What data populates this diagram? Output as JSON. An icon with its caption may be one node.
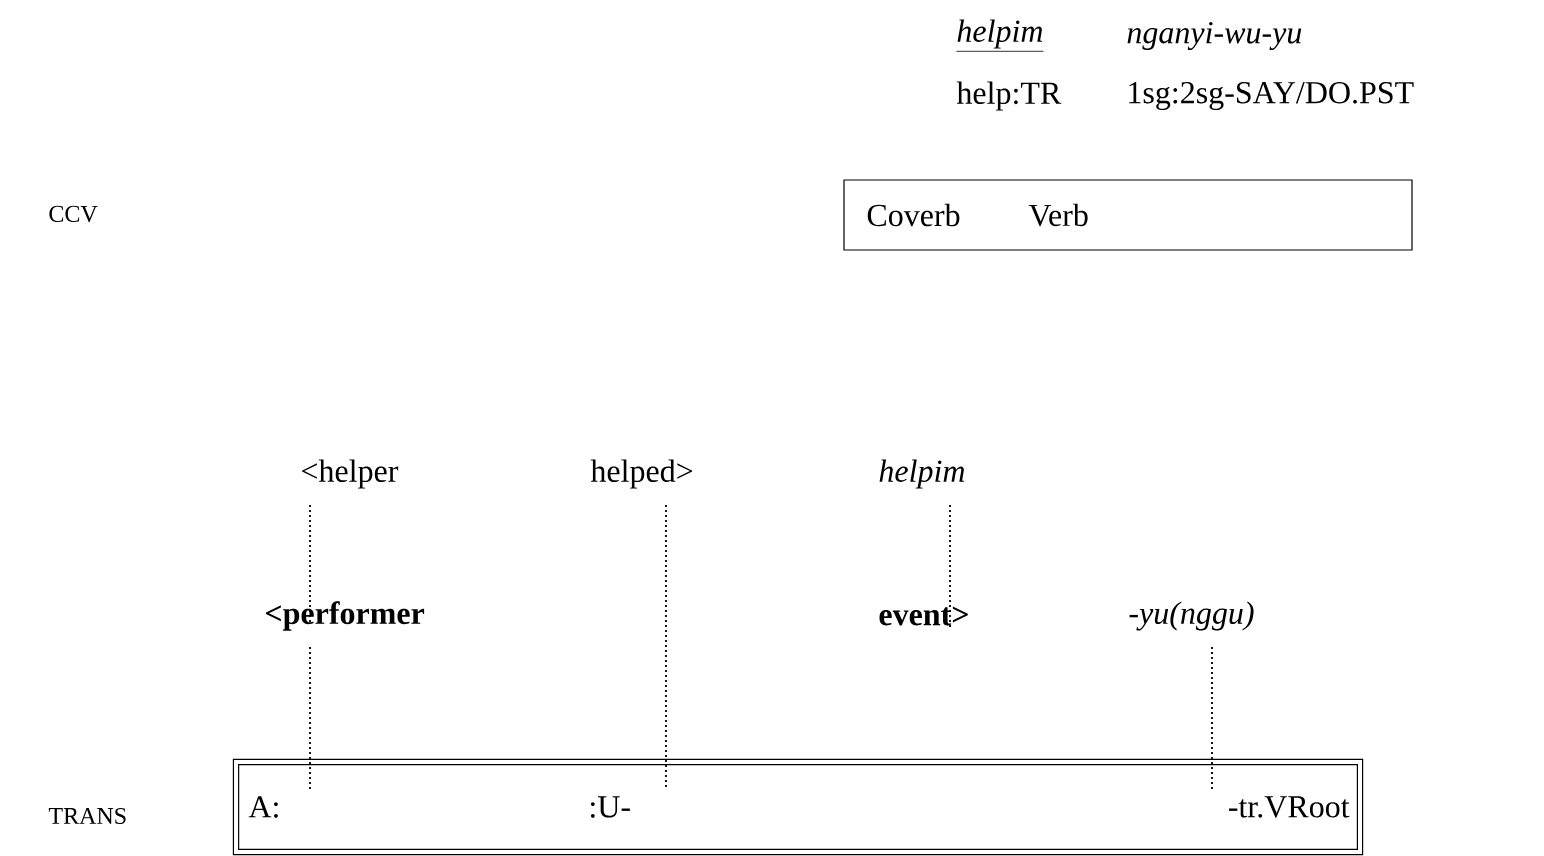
{
  "diagram": {
    "nodes": [
      {
        "text": [
          "Coverb",
          "Verb"
        ]
      },
      {
        "text": [
          "A:",
          ":U-",
          "-tr.VRoot"
        ]
      },
      {
        "text": [
          "<helper"
        ]
      },
      {
        "text": [
          "helped>"
        ]
      },
      {
        "text": [
          "helpim"
        ]
      },
      {
        "text": [
          "<performer"
        ]
      },
      {
        "text": [
          "event>"
        ]
      },
      {
        "text": [
          "-yu(nggu)"
        ]
      }
    ],
    "edges": [
      {
        "from": 2,
        "to": 5,
        "arrow": "none",
        "style": "dashed"
      },
      {
        "from": 4,
        "to": 6,
        "arrow": "none",
        "style": "dashed"
      },
      {
        "from": 5,
        "to": 1,
        "arrow": "none",
        "style": "dashed"
      },
      {
        "from": 3,
        "to": 1,
        "arrow": "none",
        "style": "dashed"
      },
      {
        "from": 7,
        "to": 1,
        "arrow": "none",
        "style": "dashed"
      }
    ],
    "labels": [
      "helpim",
      "nganyi-wu-yu",
      "help:TR",
      "1sg:2sg-SAY/DO.PST",
      "CCV",
      "TRANS"
    ]
  }
}
